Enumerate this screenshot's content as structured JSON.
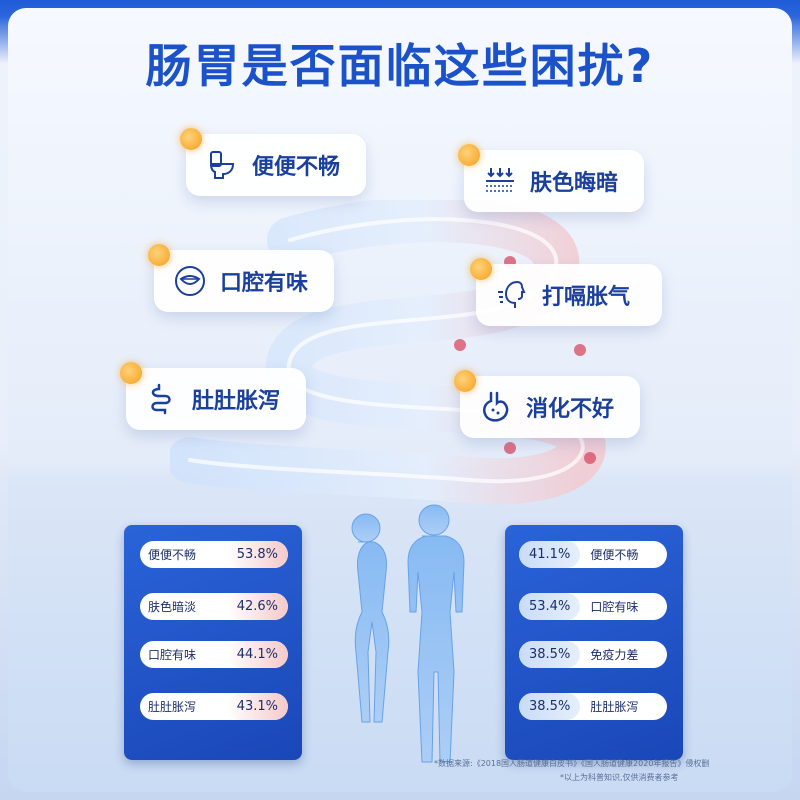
{
  "title": "肠胃是否面临这些困扰?",
  "symptoms": [
    {
      "label": "便便不畅",
      "icon": "toilet-icon"
    },
    {
      "label": "肤色晦暗",
      "icon": "skin-layers-icon"
    },
    {
      "label": "口腔有味",
      "icon": "mouth-icon"
    },
    {
      "label": "打嗝胀气",
      "icon": "burp-face-icon"
    },
    {
      "label": "肚肚胀泻",
      "icon": "intestine-icon"
    },
    {
      "label": "消化不好",
      "icon": "stomach-icon"
    }
  ],
  "left_stats": [
    {
      "name": "便便不畅",
      "value": "53.8%"
    },
    {
      "name": "肤色暗淡",
      "value": "42.6%"
    },
    {
      "name": "口腔有味",
      "value": "44.1%"
    },
    {
      "name": "肚肚胀泻",
      "value": "43.1%"
    }
  ],
  "right_stats": [
    {
      "name": "便便不畅",
      "value": "41.1%"
    },
    {
      "name": "口腔有味",
      "value": "53.4%"
    },
    {
      "name": "免疫力差",
      "value": "38.5%"
    },
    {
      "name": "肚肚胀泻",
      "value": "38.5%"
    }
  ],
  "footnote": {
    "line1": "*数据来源:《2018国人肠道健康白皮书》《国人肠道健康2020年报告》侵权删",
    "line2": "*以上为科普知识,仅供消费者参考"
  },
  "colors": {
    "brand": "#1b52c9",
    "accent": "#f59e1b",
    "panel": "#2a63d8"
  }
}
